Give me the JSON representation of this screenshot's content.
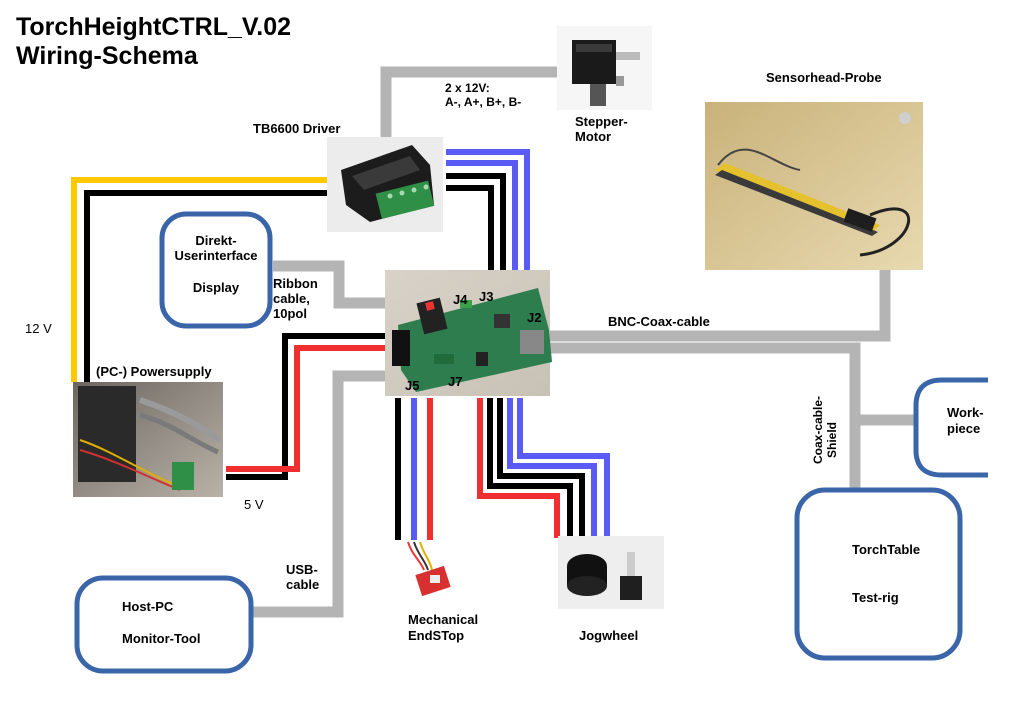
{
  "title": {
    "line1": "TorchHeightCTRL_V.02",
    "line2": "Wiring-Schema"
  },
  "labels": {
    "motor_wires_line1": "2 x 12V:",
    "motor_wires_line2": "A-, A+, B+, B-",
    "stepper_line1": "Stepper-",
    "stepper_line2": "Motor",
    "tb6600": "TB6600 Driver",
    "sensorhead": "Sensorhead-Probe",
    "ui_line1": "Direkt-",
    "ui_line2": "Userinterface",
    "ui_line3": "Display",
    "ribbon_line1": "Ribbon",
    "ribbon_line2": "cable,",
    "ribbon_line3": "10pol",
    "j4": "J4",
    "j3": "J3",
    "j2": "J2",
    "j5": "J5",
    "j7": "J7",
    "bnc": "BNC-Coax-cable",
    "v12": "12 V",
    "v5": "5 V",
    "psu": "(PC-) Powersupply",
    "shield_line1": "Coax-cable-",
    "shield_line2": "Shield",
    "work_line1": "Work-",
    "work_line2": "piece",
    "usb_line1": "USB-",
    "usb_line2": "cable",
    "hostpc_line1": "Host-PC",
    "hostpc_line2": "Monitor-Tool",
    "endstop_line1": "Mechanical",
    "endstop_line2": "EndSTop",
    "jogwheel": "Jogwheel",
    "torchtable_line1": "TorchTable",
    "torchtable_line2": "Test-rig"
  },
  "colors": {
    "gray_cable": "#b4b4b4",
    "blue_wire": "#5a5af5",
    "black_wire": "#000000",
    "red_wire": "#f03030",
    "yellow_wire": "#ffc800",
    "box_border": "#3a65a8",
    "pcb_green": "#2e7d4f",
    "photo_bg": "#e9e9e9"
  },
  "icons": {
    "stepper_motor": "stepper-motor-photo",
    "tb6600_driver": "driver-module-photo",
    "sensor_probe": "sensor-probe-photo",
    "controller_pcb": "pcb-photo",
    "power_supply": "power-supply-photo",
    "endstop": "endstop-switch-photo",
    "jogwheel": "rotary-encoder-photo"
  }
}
